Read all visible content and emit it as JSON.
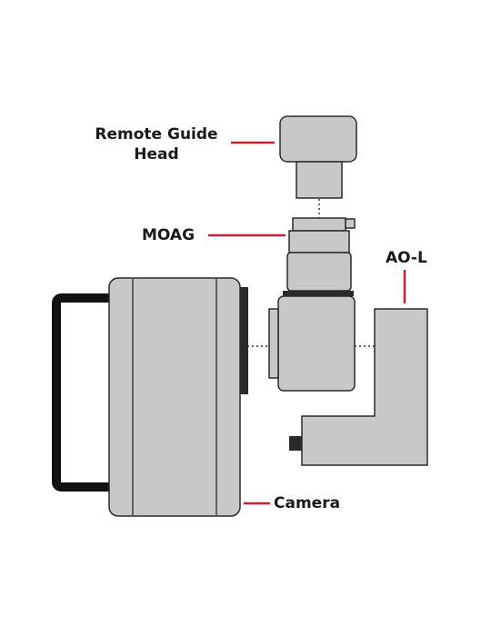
{
  "labels": {
    "remote_guide_head_line1": "Remote Guide",
    "remote_guide_head_line2": "Head",
    "moag": "MOAG",
    "aol": "AO-L",
    "camera": "Camera"
  },
  "colors": {
    "body_fill": "#c8c8c8",
    "outline": "#2a2a2a",
    "leader_line": "#c8202a",
    "handle": "#111111",
    "text": "#1a1a1a",
    "background": "#ffffff"
  }
}
